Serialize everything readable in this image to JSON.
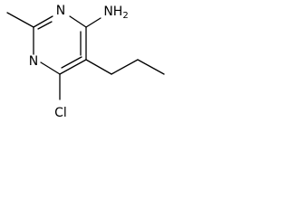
{
  "molecule": {
    "atoms": {
      "n1": "N",
      "n2": "N",
      "amino": "NH",
      "amino_subscript": "2",
      "chloro": "Cl"
    }
  }
}
